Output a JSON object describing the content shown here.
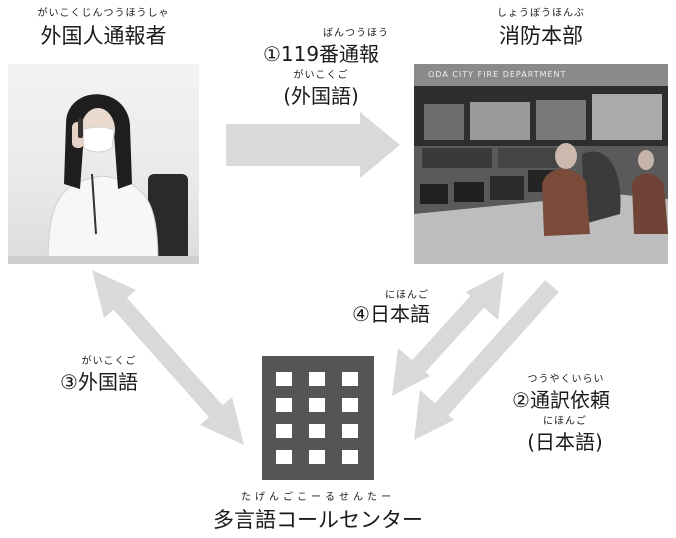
{
  "reporter": {
    "ruby": "がいこくじんつうほうしゃ",
    "title": "外国人通報者"
  },
  "hq": {
    "ruby": "しょうぼうほんぶ",
    "title": "消防本部",
    "sign_text": "ODA CITY FIRE DEPARTMENT"
  },
  "step1": {
    "ruby": "ばんつうほう",
    "text": "①119番通報",
    "sub_ruby": "がいこくご",
    "sub_text": "(外国語)"
  },
  "step2": {
    "ruby": "つうやくいらい",
    "text": "②通訳依頼",
    "sub_ruby": "にほんご",
    "sub_text": "(日本語)"
  },
  "step3": {
    "ruby": "がいこくご",
    "text": "③外国語"
  },
  "step4": {
    "ruby": "にほんご",
    "text": "④日本語"
  },
  "center": {
    "ruby": "たげんごこーるせんたー",
    "title": "多言語コールセンター"
  },
  "colors": {
    "arrow": "#d9d9d9",
    "building": "#555555"
  }
}
